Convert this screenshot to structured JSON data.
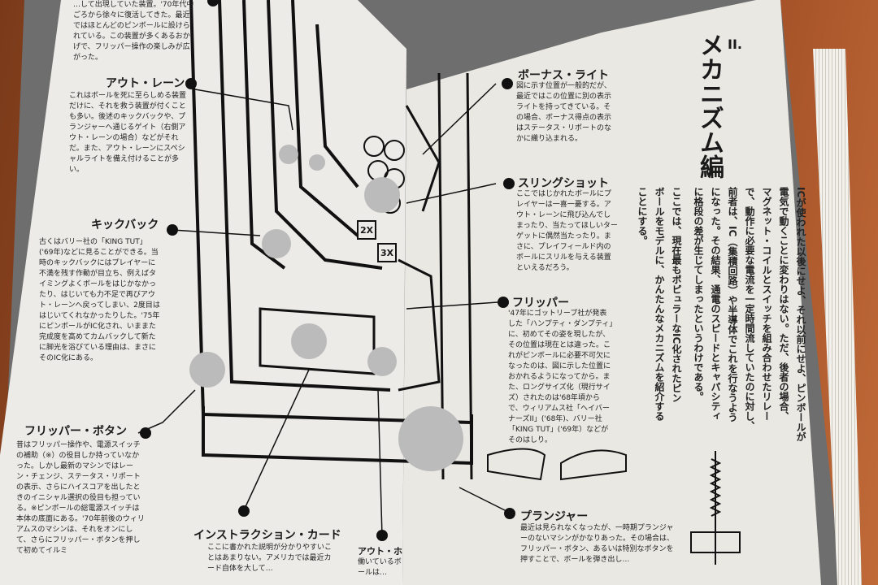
{
  "left_page": {
    "top_text": "…して出現していた装置。'70年代中ごろから徐々に復活してきた。最近ではほとんどのピンボールに設けられている。この装置が多くあるおかげで、フリッパー操作の楽しみが広がった。",
    "out_lane": {
      "heading": "アウト・レーン",
      "body": "これはボールを死に至らしめる装置だけに、それを救う装置が付くことも多い。後述のキックバックや、プランジャーへ通じるゲイト（右側アウト・レーンの場合）などがそれだ。また、アウト・レーンにスペシャルライトを備え付けることが多い。"
    },
    "kickback": {
      "heading": "キックバック",
      "body": "古くはバリー社の「KING TUT」('69年)などに見ることができる。当時のキックバックにはプレイヤーに不満を残す作動が目立ち、例えばタイミングよくボールをはじかなかったり、はじいても力不足で再びアウト・レーンへ戻ってしまい、2度目ははじいてくれなかったりした。'75年にピンボールがIC化され、いままた完成度を高めてカムバックして新たに脚光を浴びている理由は、まさにそのIC化にある。"
    },
    "flipper_button": {
      "heading": "フリッパー・ボタン",
      "body": "昔はフリッパー操作や、電源スイッチの補助（※）の役目しか持っていなかった。しかし最新のマシンではレーン・チェンジ、ステータス・リポートの表示、さらにハイスコアを出したときのイニシャル選択の役目も担っている。※ピンボールの総電源スイッチは本体の底面にある。'70年前後のウィリアムスのマシンは、それをオンにして、さらにフリッパー・ボタンを押して初めてイルミ"
    },
    "instruction_card": {
      "heading": "インストラクション・カード",
      "body": "ここに書かれた説明が分かりやすいことはあまりない。アメリカでは最近カード自体を大して…"
    },
    "out_hole": {
      "heading": "アウト・ホ",
      "body": "働いているボールは…"
    }
  },
  "right_page": {
    "section_number": "II.",
    "section_title": "メカニズム編",
    "bonus_light": {
      "heading": "ボーナス・ライト",
      "body": "図に示す位置が一般的だが、最近ではこの位置に別の表示ライトを持ってきている。その場合、ボーナス得点の表示はステータス・リポートのなかに織り込まれる。"
    },
    "slingshot": {
      "heading": "スリングショット",
      "body": "ここではじかれたボールにプレイヤーは一喜一憂する。アウト・レーンに飛び込んでしまったり、当たってほしいターゲットに偶然当たったり。まさに、プレイフィールド内のボールにスリルを与える装置といえるだろう。"
    },
    "flipper": {
      "heading": "フリッパー",
      "body": "'47年にゴットリーブ社が発表した「ハンプティ・ダンプティ」に、初めてその姿を現したが、その位置は現在とは違った。これがピンボールに必要不可欠になったのは、図に示した位置におかれるようになってから。また、ロングサイズ化（現行サイズ）されたのは'68年頃からで、ウィリアムス社「ヘイバーナーズII」('68年)、バリー社「KING TUT」('69年）などがそのはしり。"
    },
    "plunger": {
      "heading": "プランジャー",
      "body": "最近は見られなくなったが、一時期プランジャーのないマシンがかなりあった。その場合は、フリッパー・ボタン、あるいは特別なボタンを押すことで、ボールを弾き出し…"
    },
    "intro_columns": [
      "ICが使われた以後にせよ、それ以前にせよ、ピンボールが",
      "電気で動くことに変わりはない。ただ、後者の場合、",
      "マグネット・コイルとスイッチを組み合わせたリレー",
      "で、動作に必要な電流を一定時間流していたのに対し、",
      "前者は、IC（集積回路）や半導体でこれを行なうよう",
      "になった。その結果、通電のスピードとキャパシティ",
      "に格段の差が生じてしまったというわけである。",
      "ここでは、現在最もポピュラーなIC化されたピン",
      "ボールをモデルに、かんたんなメカニズムを紹介する",
      "ことにする。"
    ],
    "diagram_labels": [
      "2X",
      "3X"
    ]
  }
}
